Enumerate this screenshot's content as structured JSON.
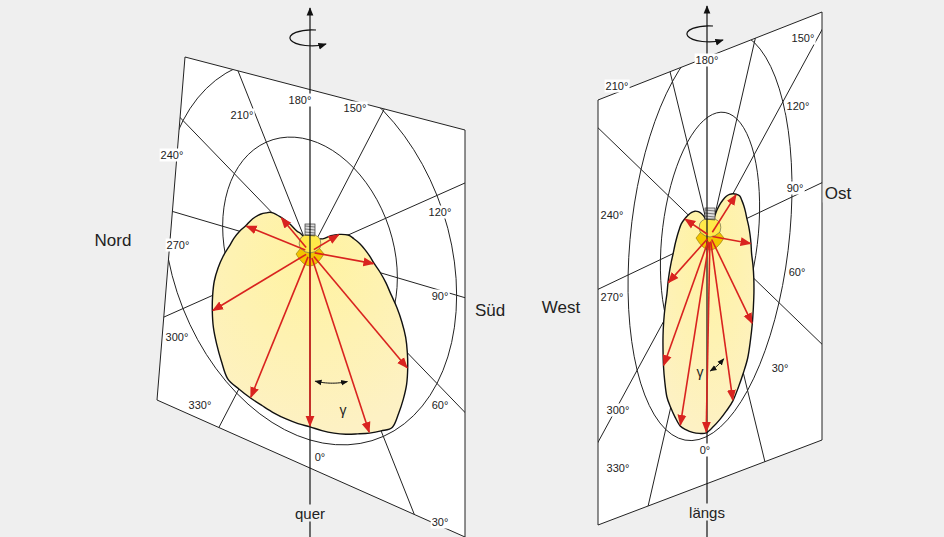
{
  "diagram": {
    "labels": [
      "210°",
      "180°",
      "150°",
      "240°",
      "120°",
      "Nord",
      "270°",
      "90°",
      "Süd",
      "300°",
      "γ",
      "60°",
      "330°",
      "0°",
      "30°",
      "quer",
      "150°",
      "180°",
      "120°",
      "210°",
      "90°",
      "Ost",
      "240°",
      "West",
      "270°",
      "60°",
      "γ",
      "30°",
      "300°",
      "0°",
      "330°",
      "längs"
    ]
  }
}
